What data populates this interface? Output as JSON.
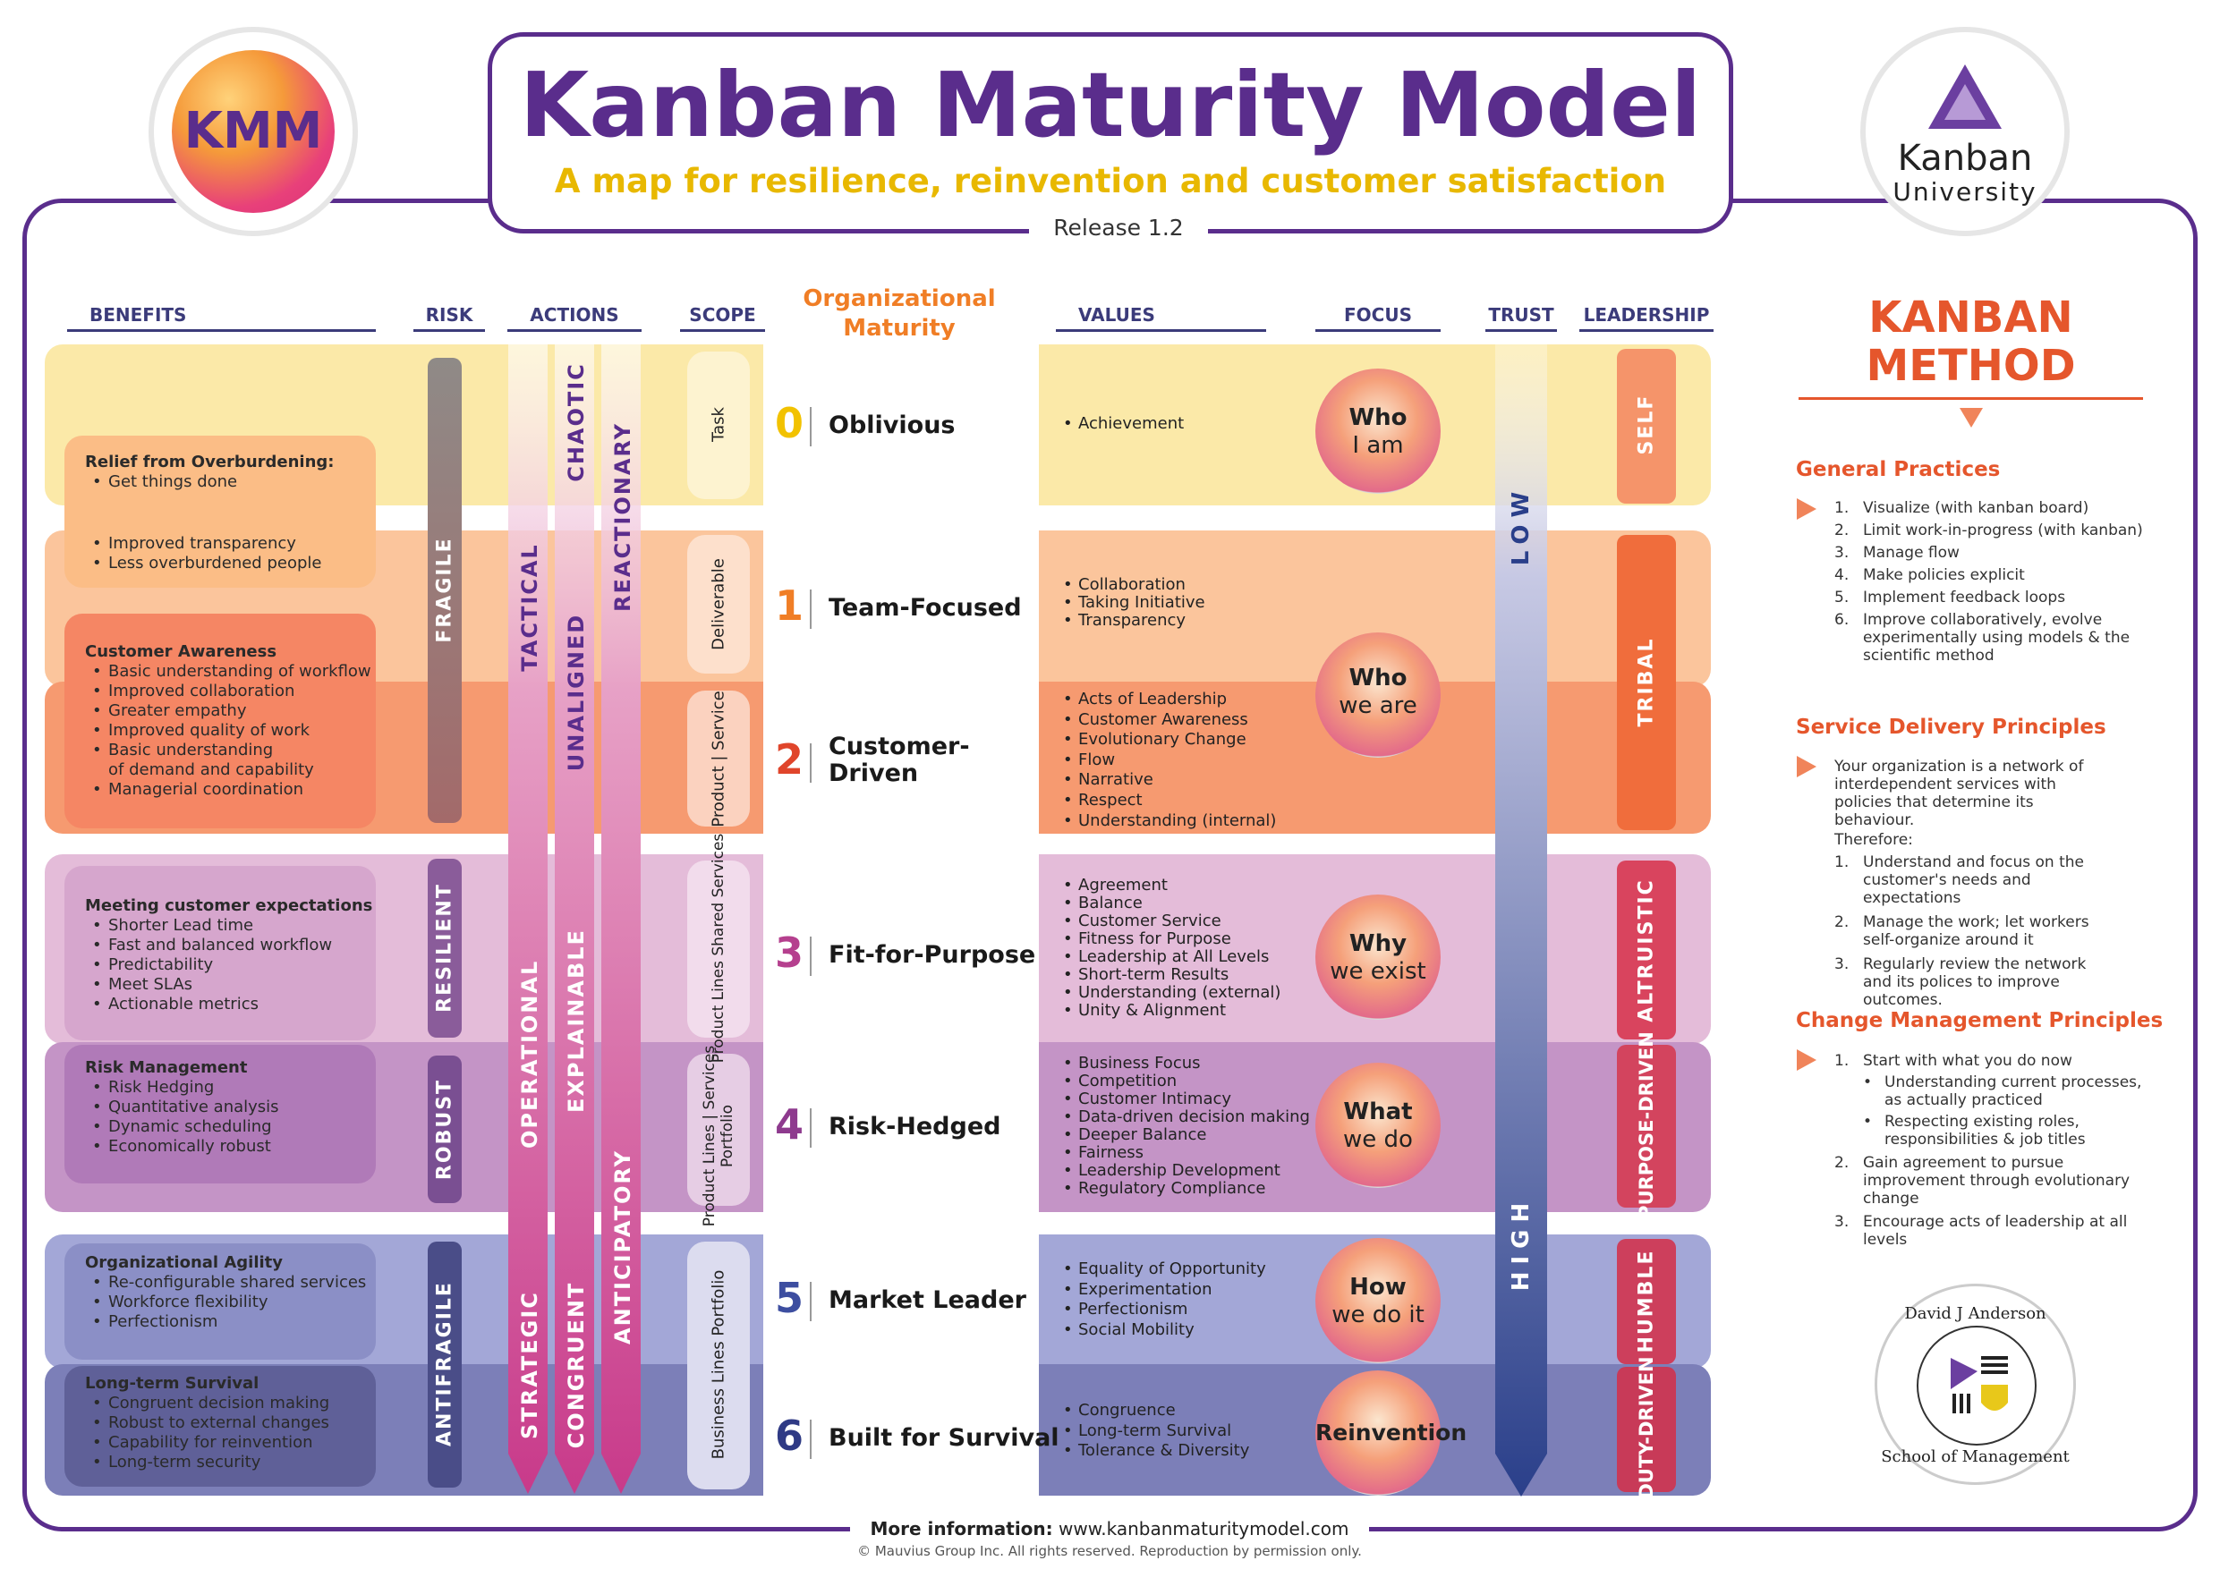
{
  "title": "Kanban Maturity Model",
  "subtitle": "A map for resilience, reinvention and customer satisfaction",
  "release": "Release 1.2",
  "logo_left": "KMM",
  "logo_right": {
    "line1": "Kanban",
    "line2": "University"
  },
  "headers": {
    "benefits": "BENEFITS",
    "risk": "RISK",
    "actions": "ACTIONS",
    "scope": "SCOPE",
    "maturity": "Organizational Maturity",
    "values": "VALUES",
    "focus": "FOCUS",
    "trust": "TRUST",
    "leadership": "LEADERSHIP"
  },
  "benefits": [
    {
      "title": "Relief from Overburdening:",
      "items": [
        "Get things done"
      ]
    },
    {
      "title": "",
      "items": [
        "Improved transparency",
        "Less overburdened people"
      ]
    },
    {
      "title": "Customer Awareness",
      "items": [
        "Basic understanding of workflow",
        "Improved collaboration",
        "Greater empathy",
        "Improved quality of work",
        "Basic understanding",
        "of demand and capability",
        "Managerial coordination"
      ]
    },
    {
      "title": "Meeting customer expectations",
      "items": [
        "Shorter Lead time",
        "Fast and balanced workflow",
        "Predictability",
        "Meet SLAs",
        "Actionable metrics"
      ]
    },
    {
      "title": "Risk Management",
      "items": [
        "Risk Hedging",
        "Quantitative analysis",
        "Dynamic scheduling",
        "Economically robust"
      ]
    },
    {
      "title": "Organizational Agility",
      "items": [
        "Re-configurable shared services",
        "Workforce flexibility",
        "Perfectionism"
      ]
    },
    {
      "title": "Long-term Survival",
      "items": [
        "Congruent decision making",
        "Robust to external changes",
        "Capability for reinvention",
        "Long-term security"
      ]
    }
  ],
  "risk": [
    "FRAGILE",
    "RESILIENT",
    "ROBUST",
    "ANTIFRAGILE"
  ],
  "actions": {
    "col1": [
      "TACTICAL",
      "OPERATIONAL",
      "STRATEGIC"
    ],
    "col2": [
      "CHAOTIC",
      "UNALIGNED",
      "EXPLAINABLE",
      "CONGRUENT"
    ],
    "col3": [
      "REACTIONARY",
      "ANTICIPATORY"
    ]
  },
  "scope": [
    "Task",
    "Deliverable",
    "Product | Service",
    "Product Lines Shared Services",
    "Product Lines | Services Portfolio",
    "Business Lines Portfolio"
  ],
  "levels": [
    {
      "num": "0",
      "name": "Oblivious",
      "color": "#f2c200"
    },
    {
      "num": "1",
      "name": "Team-Focused",
      "color": "#f07e26"
    },
    {
      "num": "2",
      "name": "Customer-Driven",
      "color": "#e0452b"
    },
    {
      "num": "3",
      "name": "Fit-for-Purpose",
      "color": "#b5408e"
    },
    {
      "num": "4",
      "name": "Risk-Hedged",
      "color": "#8e3a8e"
    },
    {
      "num": "5",
      "name": "Market Leader",
      "color": "#3d4ea0"
    },
    {
      "num": "6",
      "name": "Built for Survival",
      "color": "#2f3a85"
    }
  ],
  "values": [
    [
      "Achievement"
    ],
    [
      "Collaboration",
      "Taking Initiative",
      "Transparency"
    ],
    [
      "Acts of Leadership",
      "Customer Awareness",
      "Evolutionary Change",
      "Flow",
      "Narrative",
      "Respect",
      "Understanding (internal)"
    ],
    [
      "Agreement",
      "Balance",
      "Customer Service",
      "Fitness for Purpose",
      "Leadership at All Levels",
      "Short-term Results",
      "Understanding (external)",
      "Unity & Alignment"
    ],
    [
      "Business Focus",
      "Competition",
      "Customer Intimacy",
      "Data-driven decision making",
      "Deeper Balance",
      "Fairness",
      "Leadership Development",
      "Regulatory Compliance"
    ],
    [
      "Equality of Opportunity",
      "Experimentation",
      "Perfectionism",
      "Social Mobility"
    ],
    [
      "Congruence",
      "Long-term Survival",
      "Tolerance & Diversity"
    ]
  ],
  "focus": [
    {
      "l1": "Who",
      "l2": "I am"
    },
    {
      "l1": "Who",
      "l2": "we are"
    },
    {
      "l1": "Why",
      "l2": "we exist"
    },
    {
      "l1": "What",
      "l2": "we do"
    },
    {
      "l1": "How",
      "l2": "we do it"
    },
    {
      "l1": "Reinvention",
      "l2": ""
    }
  ],
  "trust": {
    "low": "LOW",
    "high": "HIGH"
  },
  "leadership": [
    "SELF",
    "TRIBAL",
    "ALTRUISTIC",
    "PURPOSE-DRIVEN",
    "HUMBLE",
    "DUTY-DRIVEN"
  ],
  "method": {
    "title": "KANBAN METHOD",
    "general_title": "General Practices",
    "general": [
      {
        "n": "1.",
        "t": "Visualize (with kanban board)"
      },
      {
        "n": "2.",
        "t": "Limit work-in-progress (with kanban)"
      },
      {
        "n": "3.",
        "t": "Manage flow"
      },
      {
        "n": "4.",
        "t": "Make policies explicit"
      },
      {
        "n": "5.",
        "t": "Implement feedback loops"
      },
      {
        "n": "6.",
        "t": "Improve collaboratively, evolve experimentally using models & the scientific method"
      }
    ],
    "sdp_title": "Service Delivery Principles",
    "sdp_intro": "Your organization is a network of interdependent services with policies that determine its behaviour.",
    "sdp_therefore": "Therefore:",
    "sdp": [
      {
        "n": "1.",
        "t": "Understand and focus on the customer's needs and expectations"
      },
      {
        "n": "2.",
        "t": "Manage the work; let workers self-organize around it"
      },
      {
        "n": "3.",
        "t": "Regularly review the network and its polices to improve outcomes."
      }
    ],
    "cmp_title": "Change Management Principles",
    "cmp1": "Start with what you do now",
    "cmp1_sub": [
      "Understanding current processes, as actually practiced",
      "Respecting existing roles, responsibilities & job titles"
    ],
    "cmp2": "Gain agreement to pursue improvement through evolutionary change",
    "cmp3": "Encourage acts of leadership at all levels",
    "cmp_nums": [
      "1.",
      "2.",
      "3."
    ]
  },
  "seal": {
    "top": "David J Anderson",
    "bottom": "School of Management"
  },
  "footer": {
    "label": "More information:",
    "url": "www.kanbanmaturitymodel.com",
    "copyright": "© Mauvius Group Inc. All rights reserved. Reproduction by permission only."
  }
}
